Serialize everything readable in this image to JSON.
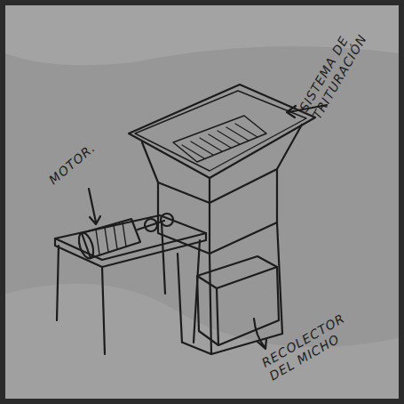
{
  "diagram": {
    "labels": [
      "MOTOR.",
      "SISTEMA DE TRITURACIÓN",
      "RECOLECTOR DEL MICHO"
    ]
  }
}
